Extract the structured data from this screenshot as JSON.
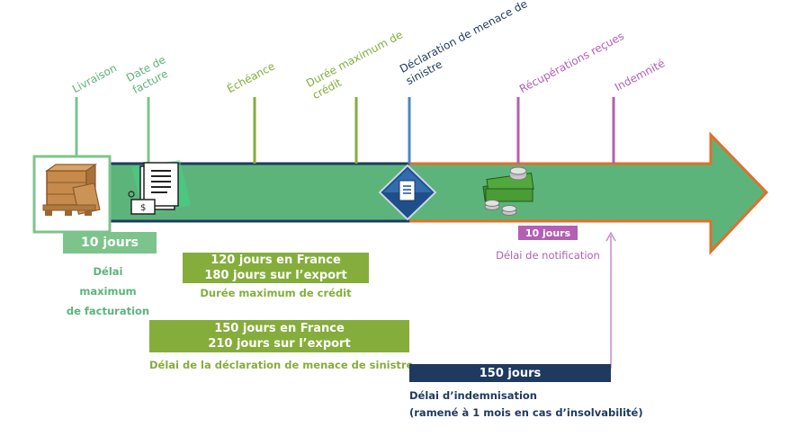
{
  "milestones": {
    "livraison": "Livraison",
    "date_facture_1": "Date de",
    "date_facture_2": "facture",
    "echeance": "Échéance",
    "duree_max_1": "Durée maximum de",
    "duree_max_2": "crédit",
    "declaration_1": "Déclaration de menace de",
    "declaration_2": "sinistre",
    "recuperations": "Récupérations reçues",
    "indemnite": "Indemnité"
  },
  "periods": {
    "facturation": {
      "box": "10 jours",
      "caption": [
        "Délai",
        "maximum",
        "de facturation"
      ]
    },
    "credit": {
      "box": [
        "120 jours en France",
        "180 jours sur l’export"
      ],
      "caption": "Durée maximum de crédit"
    },
    "declaration": {
      "box": [
        "150 jours en France",
        "210 jours sur l’export"
      ],
      "caption": "Délai de la déclaration de menace de sinistre"
    },
    "notification": {
      "box": "10 jours",
      "caption": "Délai de notification"
    },
    "indemnisation": {
      "box": "150 jours",
      "caption": [
        "Délai d’indemnisation",
        "(ramené à 1 mois en cas d’insolvabilité)"
      ]
    }
  },
  "icons": [
    "crate-icon",
    "invoice-icon",
    "document-diamond-icon",
    "money-stack-icon"
  ],
  "colors": {
    "arrow_fill": "#5cb47a",
    "arrow_left_border": "#1e3a5f",
    "arrow_right_border": "#e0702a",
    "light_green": "#7cc48c",
    "olive_green": "#85ad3c",
    "navy": "#1e3a5f",
    "blue_marker": "#4a86c8",
    "purple": "#b35fb3",
    "light_purple": "#c98ac9"
  }
}
